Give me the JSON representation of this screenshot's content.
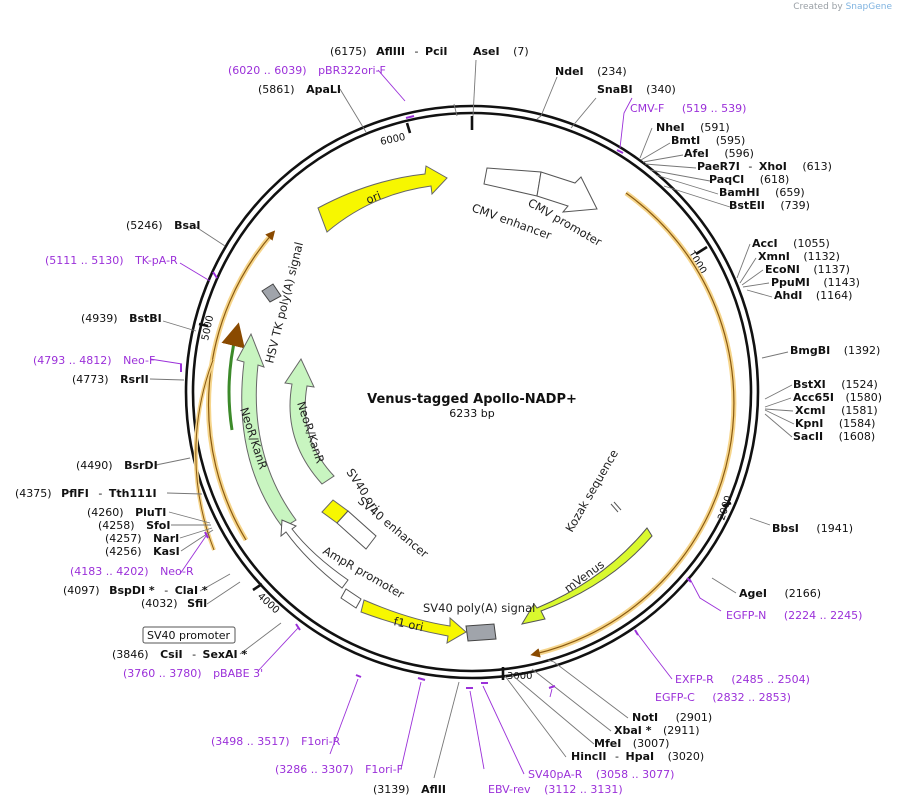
{
  "credit": {
    "prefix": "Created by",
    "brand": "SnapGene"
  },
  "plasmid": {
    "name": "Venus-tagged Apollo-NADP+",
    "length": "6233 bp"
  },
  "ticks": [
    "1000",
    "2000",
    "3000",
    "4000",
    "5000",
    "6000"
  ],
  "enzymes": {
    "aflIII_pciI": {
      "pos": "(6175)",
      "name": "AflIII",
      "sep": "-",
      "name2": "PciI"
    },
    "aseI": {
      "pos": "(7)",
      "name": "AseI"
    },
    "ndeI": {
      "name": "NdeI",
      "pos": "(234)"
    },
    "snaBI": {
      "name": "SnaBI",
      "pos": "(340)"
    },
    "nheI": {
      "name": "NheI",
      "pos": "(591)"
    },
    "bmtI": {
      "name": "BmtI",
      "pos": "(595)"
    },
    "afeI": {
      "name": "AfeI",
      "pos": "(596)"
    },
    "paeR7I": {
      "name": "PaeR7I",
      "sep": "-",
      "name2": "XhoI",
      "pos": "(613)"
    },
    "paqCI": {
      "name": "PaqCI",
      "pos": "(618)"
    },
    "bamHI": {
      "name": "BamHI",
      "pos": "(659)"
    },
    "bstEII": {
      "name": "BstEII",
      "pos": "(739)"
    },
    "accI": {
      "name": "AccI",
      "pos": "(1055)"
    },
    "xmnI": {
      "name": "XmnI",
      "pos": "(1132)"
    },
    "ecoNI": {
      "name": "EcoNI",
      "pos": "(1137)"
    },
    "ppuMI": {
      "name": "PpuMI",
      "pos": "(1143)"
    },
    "ahdI": {
      "name": "AhdI",
      "pos": "(1164)"
    },
    "bmgBI": {
      "name": "BmgBI",
      "pos": "(1392)"
    },
    "bstXI": {
      "name": "BstXI",
      "pos": "(1524)"
    },
    "acc65I": {
      "name": "Acc65I",
      "pos": "(1580)"
    },
    "xcmI": {
      "name": "XcmI",
      "pos": "(1581)"
    },
    "kpnI": {
      "name": "KpnI",
      "pos": "(1584)"
    },
    "sacII": {
      "name": "SacII",
      "pos": "(1608)"
    },
    "bbsI": {
      "name": "BbsI",
      "pos": "(1941)"
    },
    "ageI": {
      "name": "AgeI",
      "pos": "(2166)"
    },
    "notI": {
      "name": "NotI",
      "pos": "(2901)"
    },
    "xbaI": {
      "name": "XbaI *",
      "pos": "(2911)"
    },
    "mfeI": {
      "name": "MfeI",
      "pos": "(3007)"
    },
    "hincII": {
      "name": "HincII",
      "sep": "-",
      "name2": "HpaI",
      "pos": "(3020)"
    },
    "aflII": {
      "pos": "(3139)",
      "name": "AflII"
    },
    "csiI": {
      "pos": "(3846)",
      "name": "CsiI",
      "sep": "-",
      "name2": "SexAI *"
    },
    "bspDI": {
      "pos": "(4097)",
      "name": "BspDI *",
      "sep": "-",
      "name2": "ClaI *"
    },
    "sfiI": {
      "pos": "(4032)",
      "name": "SfiI"
    },
    "kasI": {
      "pos": "(4256)",
      "name": "KasI"
    },
    "narI": {
      "pos": "(4257)",
      "name": "NarI"
    },
    "sfoI": {
      "pos": "(4258)",
      "name": "SfoI"
    },
    "pluTI": {
      "pos": "(4260)",
      "name": "PluTI"
    },
    "pflFI": {
      "pos": "(4375)",
      "name": "PflFI",
      "sep": "-",
      "name2": "Tth111I"
    },
    "bsrDI": {
      "pos": "(4490)",
      "name": "BsrDI"
    },
    "rsrII": {
      "pos": "(4773)",
      "name": "RsrII"
    },
    "bstBI": {
      "pos": "(4939)",
      "name": "BstBI"
    },
    "bsaI": {
      "pos": "(5246)",
      "name": "BsaI"
    },
    "apaLI": {
      "pos": "(5861)",
      "name": "ApaLI"
    }
  },
  "primers": {
    "pBR322ori_F": {
      "range": "(6020 .. 6039)",
      "name": "pBR322ori-F"
    },
    "cmv_F": {
      "name": "CMV-F",
      "range": "(519 .. 539)"
    },
    "tkpA_R": {
      "range": "(5111 .. 5130)",
      "name": "TK-pA-R"
    },
    "neo_F": {
      "range": "(4793 .. 4812)",
      "name": "Neo-F"
    },
    "neo_R": {
      "range": "(4183 .. 4202)",
      "name": "Neo-R"
    },
    "pBABE3": {
      "range": "(3760 .. 3780)",
      "name": "pBABE 3'"
    },
    "f1ori_R": {
      "range": "(3498 .. 3517)",
      "name": "F1ori-R"
    },
    "f1ori_F": {
      "range": "(3286 .. 3307)",
      "name": "F1ori-F"
    },
    "ebv_rev": {
      "name": "EBV-rev",
      "range": "(3112 .. 3131)"
    },
    "sv40pA_R": {
      "name": "SV40pA-R",
      "range": "(3058 .. 3077)"
    },
    "egfp_C": {
      "name": "EGFP-C",
      "range": "(2832 .. 2853)"
    },
    "exfp_R": {
      "name": "EXFP-R",
      "range": "(2485 .. 2504)"
    },
    "egfp_N": {
      "name": "EGFP-N",
      "range": "(2224 .. 2245)"
    }
  },
  "features": {
    "cmv_enhancer": "CMV enhancer",
    "cmv_promoter": "CMV promoter",
    "ori": "ori",
    "hsv_tk": "HSV TK poly(A) signal",
    "neor_outer": "NeoR/KanR",
    "neor_inner": "NeoR/KanR",
    "sv40_ori": "SV40 ori",
    "sv40_enhancer": "SV40 enhancer",
    "ampr_promoter": "AmpR promoter",
    "f1_ori": "f1 ori",
    "sv40_polyA": "SV40 poly(A) signal",
    "mvenus": "mVenus",
    "kozak": "Kozak sequence",
    "sv40_promoter_box": "SV40 promoter"
  },
  "colors": {
    "backbone": "#111111",
    "enzyme_text": "#111111",
    "primer": "#9b30d9",
    "orf_orange": "#e8a64a",
    "ori_yellow": "#f7f700",
    "neo_green": "#c8f5c0",
    "mvenus": "#d9f92e",
    "grey_box": "#a0a4ab"
  }
}
